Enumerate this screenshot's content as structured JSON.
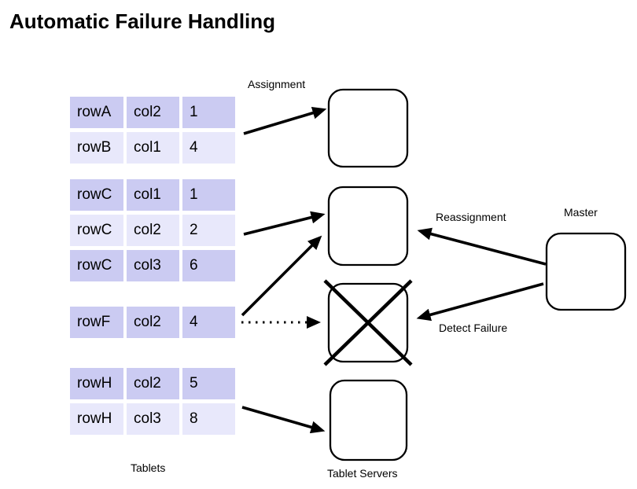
{
  "title": "Automatic Failure Handling",
  "colors": {
    "row_dark": "#cbcbf2",
    "row_light": "#e8e8fb",
    "line": "#000000",
    "background": "#ffffff"
  },
  "labels": {
    "assignment": "Assignment",
    "reassignment": "Reassignment",
    "master": "Master",
    "detect_failure": "Detect Failure",
    "tablets": "Tablets",
    "tablet_servers": "Tablet Servers"
  },
  "tablets": {
    "groups": [
      {
        "rows": [
          {
            "cells": [
              "rowA",
              "col2",
              "1"
            ]
          },
          {
            "cells": [
              "rowB",
              "col1",
              "4"
            ]
          }
        ]
      },
      {
        "rows": [
          {
            "cells": [
              "rowC",
              "col1",
              "1"
            ]
          },
          {
            "cells": [
              "rowC",
              "col2",
              "2"
            ]
          },
          {
            "cells": [
              "rowC",
              "col3",
              "6"
            ]
          }
        ]
      },
      {
        "rows": [
          {
            "cells": [
              "rowF",
              "col2",
              "4"
            ]
          }
        ]
      },
      {
        "rows": [
          {
            "cells": [
              "rowH",
              "col2",
              "5"
            ]
          },
          {
            "cells": [
              "rowH",
              "col3",
              "8"
            ]
          }
        ]
      }
    ]
  },
  "servers": {
    "count": 4,
    "failed_index": 2
  },
  "arrows": [
    {
      "name": "assignment-arrow-1",
      "from": "tablet-group-1",
      "to": "tablet-server-1",
      "style": "solid"
    },
    {
      "name": "assignment-arrow-2",
      "from": "tablet-group-2",
      "to": "tablet-server-2",
      "style": "solid"
    },
    {
      "name": "reassigned-tablet-arrow",
      "from": "tablet-group-3",
      "to": "tablet-server-2",
      "style": "solid"
    },
    {
      "name": "old-assignment-arrow",
      "from": "tablet-group-3",
      "to": "tablet-server-3-failed",
      "style": "dotted"
    },
    {
      "name": "assignment-arrow-3",
      "from": "tablet-group-4",
      "to": "tablet-server-4",
      "style": "solid"
    },
    {
      "name": "reassignment-arrow",
      "from": "master",
      "to": "tablet-server-2",
      "style": "solid"
    },
    {
      "name": "detect-failure-arrow",
      "from": "master",
      "to": "tablet-server-3-failed",
      "style": "solid"
    }
  ]
}
